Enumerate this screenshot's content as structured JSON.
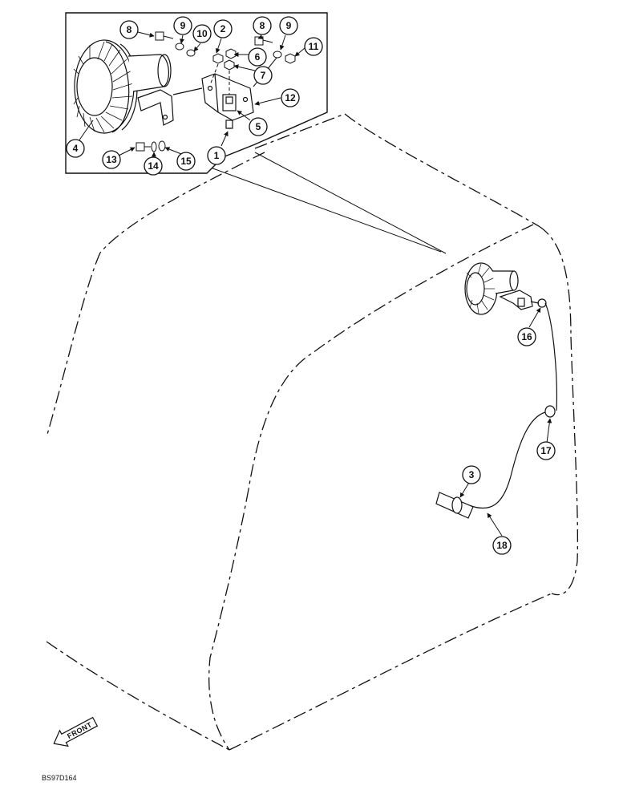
{
  "diagram": {
    "drawing_code": "BS97D164",
    "front_label": "FRONT",
    "callouts": {
      "c1": "1",
      "c2": "2",
      "c3": "3",
      "c4": "4",
      "c5": "5",
      "c6": "6",
      "c7": "7",
      "c8a": "8",
      "c8b": "8",
      "c9a": "9",
      "c9b": "9",
      "c10": "10",
      "c11": "11",
      "c12": "12",
      "c13": "13",
      "c14": "14",
      "c15": "15",
      "c16": "16",
      "c17": "17",
      "c18": "18"
    }
  }
}
